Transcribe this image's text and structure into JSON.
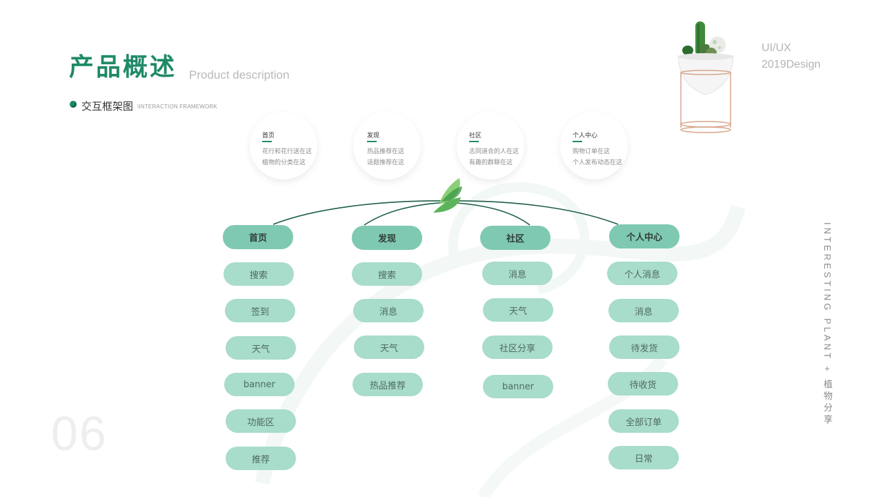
{
  "header": {
    "title_cn": "产品概述",
    "title_en": "Product description",
    "subtitle_cn": "交互框架图",
    "subtitle_en": "\\INTERACTION FRAMEWORK"
  },
  "corner": {
    "line1": "UI/UX",
    "line2": "2019Design"
  },
  "side_label": "INTERESTING PLANT + 植物分享",
  "page_number": "06",
  "cards": [
    {
      "title": "首页",
      "line1": "花行和花行送在这",
      "line2": "植物的分类在这"
    },
    {
      "title": "发现",
      "line1": "热品推荐在这",
      "line2": "话题推荐在这"
    },
    {
      "title": "社区",
      "line1": "志同道合的人在这",
      "line2": "有趣的群聊在这"
    },
    {
      "title": "个人中心",
      "line1": "购物订单在这",
      "line2": "个人发布动态在这"
    }
  ],
  "columns": [
    {
      "label": "首页",
      "items": [
        "搜索",
        "签到",
        "天气",
        "banner",
        "功能区",
        "推荐"
      ]
    },
    {
      "label": "发现",
      "items": [
        "搜索",
        "消息",
        "天气",
        "热品推荐"
      ]
    },
    {
      "label": "社区",
      "items": [
        "消息",
        "天气",
        "社区分享",
        "banner"
      ]
    },
    {
      "label": "个人中心",
      "items": [
        "个人消息",
        "消息",
        "待发货",
        "待收货",
        "全部订单",
        "日常"
      ]
    }
  ],
  "colors": {
    "accent": "#1f8a68",
    "pill": "#a8dccb",
    "pill_head": "#7fc9b2",
    "branch": "#1d5e45"
  }
}
